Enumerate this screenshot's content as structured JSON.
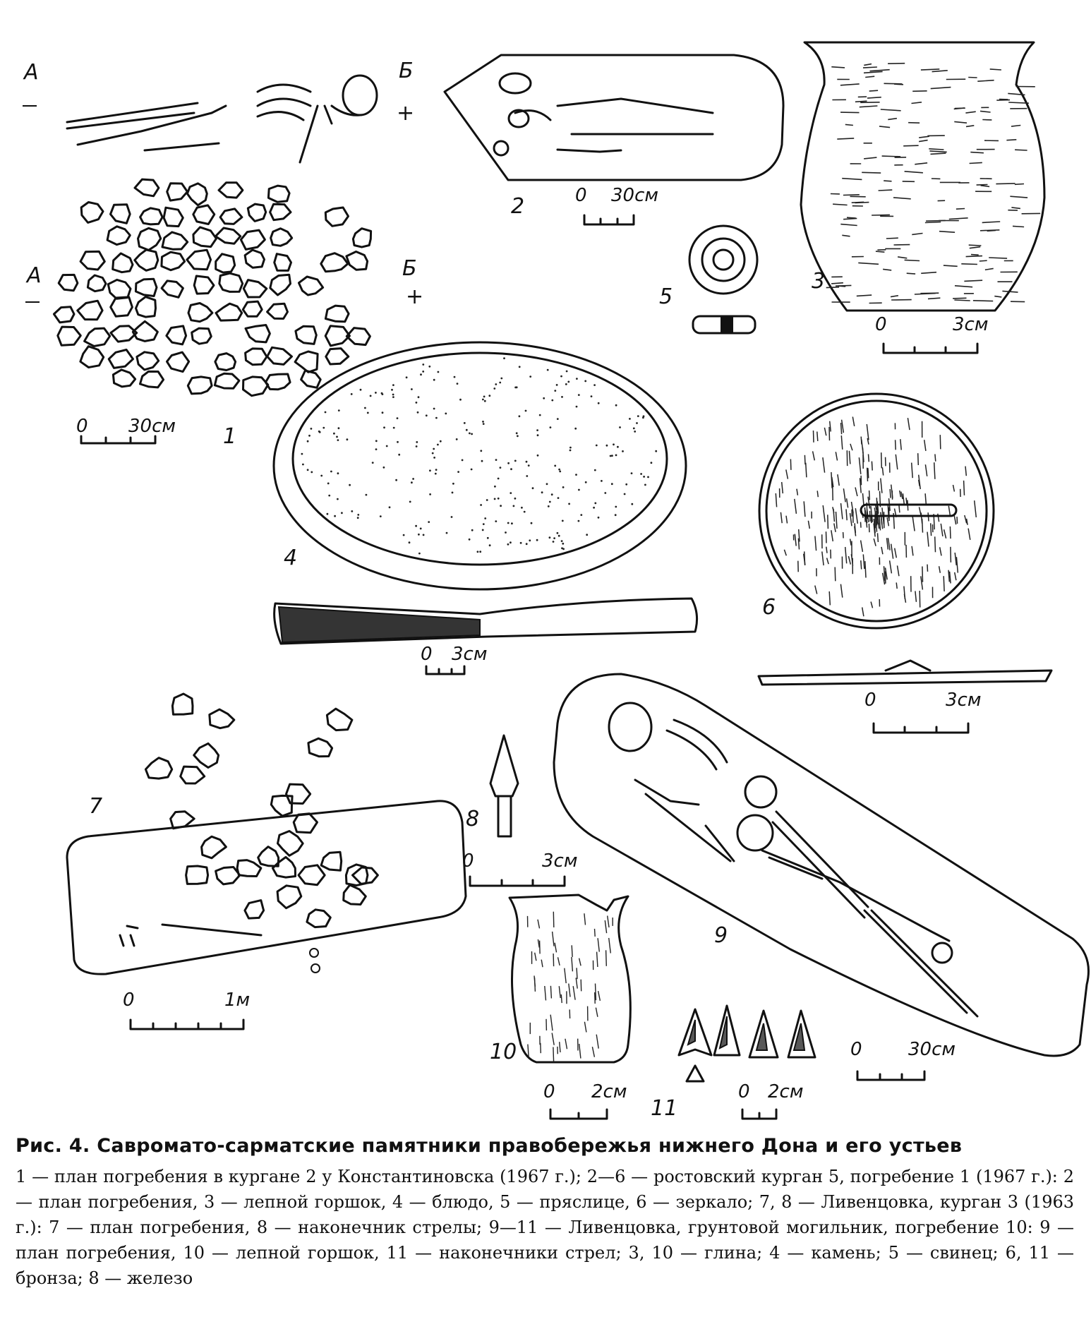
{
  "labels": {
    "a_top": "А",
    "b_top": "Б",
    "a_mid": "А",
    "b_mid": "Б",
    "plus_top": "+",
    "plus_mid": "+",
    "n1": "1",
    "n2": "2",
    "n3": "3",
    "n4": "4",
    "n5": "5",
    "n6": "6",
    "n7": "7",
    "n8": "8",
    "n9": "9",
    "n10": "10",
    "n11": "11"
  },
  "scales": {
    "s1": {
      "zero": "0",
      "unit": "30см"
    },
    "s2": {
      "zero": "0",
      "unit": "30см"
    },
    "s3": {
      "zero": "0",
      "unit": "3см"
    },
    "s4": {
      "zero": "0",
      "unit": "3см"
    },
    "s6": {
      "zero": "0",
      "unit": "3см"
    },
    "s7": {
      "zero": "0",
      "unit": "1м"
    },
    "s8": {
      "zero": "0",
      "unit": "3см"
    },
    "s9": {
      "zero": "0",
      "unit": "30см"
    },
    "s10": {
      "zero": "0",
      "unit": "2см"
    },
    "s11": {
      "zero": "0",
      "unit": "2см"
    }
  },
  "caption": {
    "title": "Рис. 4. Савромато-сарматские памятники правобережья нижнего Дона и его устьев",
    "body": "1 — план погребения в кургане 2 у Константиновска (1967 г.); 2—6 — ростовский курган 5, погребение 1 (1967 г.): 2 — план погребения, 3 — лепной горшок, 4 — блюдо, 5 — пряслице, 6 — зеркало; 7, 8 — Ливенцовка, курган 3 (1963 г.): 7 — план погребения, 8 — наконечник стрелы; 9—11 — Ливенцовка, грунтовой могильник, погребение 10: 9 — план погребения, 10 — лепной горшок, 11 — наконечники стрел; 3, 10 — глина; 4 — камень; 5 — свинец; 6, 11 — бронза; 8 — железо"
  }
}
